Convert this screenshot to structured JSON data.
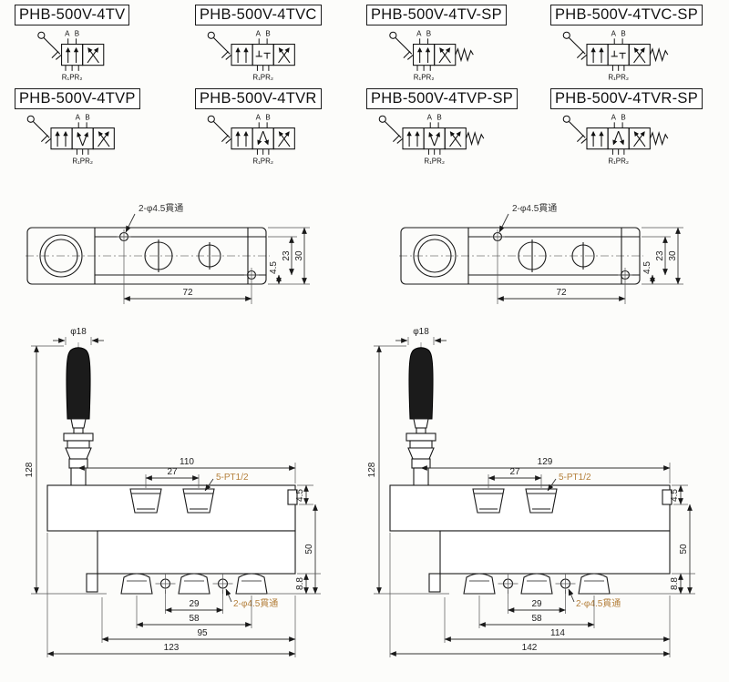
{
  "models": [
    {
      "label": "PHB-500V-4TV"
    },
    {
      "label": "PHB-500V-4TVC"
    },
    {
      "label": "PHB-500V-4TV-SP"
    },
    {
      "label": "PHB-500V-4TVC-SP"
    },
    {
      "label": "PHB-500V-4TVP"
    },
    {
      "label": "PHB-500V-4TVR"
    },
    {
      "label": "PHB-500V-4TVP-SP"
    },
    {
      "label": "PHB-500V-4TVR-SP"
    }
  ],
  "symbol_labels": {
    "port_a": "A",
    "port_b": "B",
    "ports_bottom": "R₁PR₂"
  },
  "top_views": {
    "left": {
      "hole_callout": "2-φ4.5貫通",
      "dim_pitch": "72",
      "dim_30": "30",
      "dim_23": "23",
      "dim_45": "4.5"
    },
    "right": {
      "hole_callout": "2-φ4.5貫通",
      "dim_pitch": "72",
      "dim_30": "30",
      "dim_23": "23",
      "dim_45": "4.5"
    }
  },
  "front_views": {
    "left": {
      "handle_dia": "φ18",
      "dim_height": "128",
      "dim_top_width": "110",
      "dim_port_pitch": "27",
      "port_callout": "5-PT1/2",
      "dim_step": "4.5",
      "dim_body": "50",
      "dim_foot": "8.8",
      "hole_callout": "2-φ4.5貫通",
      "dim_29": "29",
      "dim_58": "58",
      "dim_span": "95",
      "dim_total": "123"
    },
    "right": {
      "handle_dia": "φ18",
      "dim_height": "128",
      "dim_top_width": "129",
      "dim_port_pitch": "27",
      "port_callout": "5-PT1/2",
      "dim_step": "4.5",
      "dim_body": "50",
      "dim_foot": "8.8",
      "hole_callout": "2-φ4.5貫通",
      "dim_29": "29",
      "dim_58": "58",
      "dim_span": "114",
      "dim_total": "142"
    }
  },
  "colors": {
    "line": "#1a1a1a",
    "callout": "#b5813d"
  }
}
